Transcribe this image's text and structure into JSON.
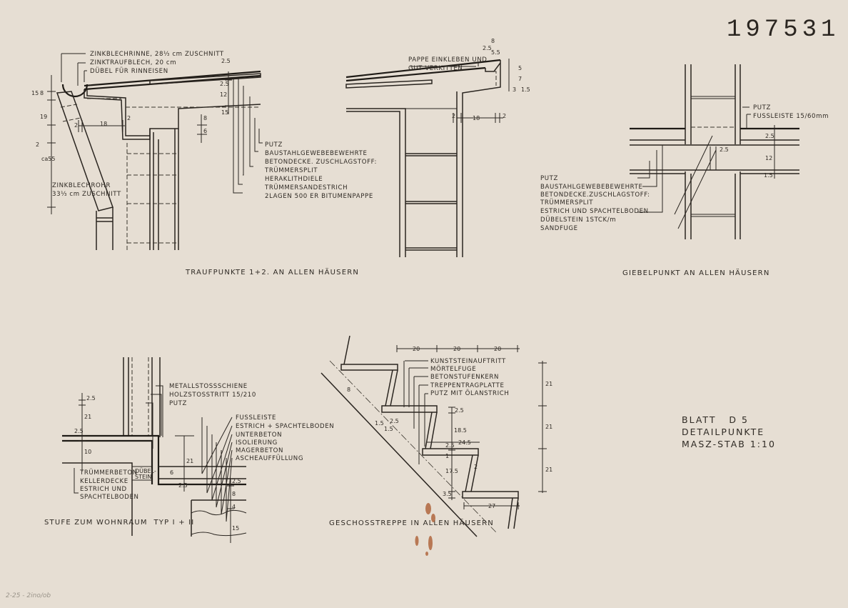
{
  "sheet_number": "197531",
  "title_block": {
    "sheet": "BLATT   D 5",
    "subtitle": "DETAILPUNKTE",
    "scale": "MASZ-STAB 1:10"
  },
  "pencil_note": "2-25 - 2ino/ob",
  "eaves": {
    "caption": "TRAUFPUNKTE 1+2. AN ALLEN HÄUSERN",
    "top_labels": [
      "ZINKBLECHRINNE, 28⅓ cm ZUSCHNITT",
      "ZINKTRAUFBLECH, 20 cm",
      "DÜBEL FÜR RINNEISEN"
    ],
    "layer_labels": [
      "PUTZ",
      "BAUSTAHLGEWEBEBEWEHRTE",
      "BETONDECKE. ZUSCHLAGSTOFF:",
      "TRÜMMERSPLIT",
      "HERAKLITHDIELE",
      "TRÜMMERSANDESTRICH",
      "2LAGEN 500 ER BITUMENPAPPE"
    ],
    "pipe_labels": [
      "ZINKBLECHROHR",
      "33⅓ cm ZUSCHNITT"
    ],
    "dims": [
      "15",
      "8",
      "19",
      "2",
      "ca55",
      "2",
      "18",
      "2",
      "8",
      "6",
      "2.5",
      "2.5",
      "12",
      "15"
    ],
    "note": [
      "PAPPE EINKLEBEN UND",
      "GUT VERKITTEN"
    ],
    "dims2": [
      "8",
      "2.5",
      "5.5",
      "5",
      "7",
      "3",
      "1.5",
      "2",
      "18",
      "2"
    ]
  },
  "gable": {
    "caption": "GIEBELPUNKT AN ALLEN HÄUSERN",
    "right_labels": [
      "PUTZ",
      "FUSSLEISTE 15/60mm"
    ],
    "left_labels": [
      "PUTZ",
      "BAUSTAHLGEWEBEBEWEHRTE",
      "BETONDECKE.ZUSCHLAGSTOFF:",
      "TRÜMMERSPLIT",
      "ESTRICH UND SPACHTELBODEN",
      "DÜBELSTEIN 1STCK/m",
      "SANDFUGE"
    ],
    "dims": [
      "2.5",
      "2.5",
      "12",
      "1.5"
    ]
  },
  "step": {
    "caption": "STUFE ZUM WOHNRAUM  TYP I + II",
    "top_labels": [
      "METALLSTOSSSCHIENE",
      "HOLZSTOSSTRITT 15/210",
      "PUTZ"
    ],
    "right_labels": [
      "FUSSLEISTE",
      "ESTRICH + SPACHTELBODEN",
      "UNTERBETON",
      "ISOLIERUNG",
      "MAGERBETON",
      "ASCHEAUFFÜLLUNG"
    ],
    "left_labels": [
      "TRÜMMERBETON",
      "KELLERDECKE",
      "ESTRICH UND",
      "SPACHTELBODEN"
    ],
    "dowel_label": [
      "DÜBEL-",
      "STEIN"
    ],
    "dims": [
      "2.5",
      "21",
      "2.5",
      "10",
      "21",
      "6",
      "2.5",
      "2.5",
      "8",
      "4",
      "15"
    ]
  },
  "stair": {
    "caption": "GESCHOSSTREPPE IN ALLEN HÄUSERN",
    "labels": [
      "KUNSTSTEINAUFTRITT",
      "MÖRTELFUGE",
      "BETONSTUFENKERN",
      "TREPPENTRAGPLATTE",
      "PUTZ MIT ÖLANSTRICH"
    ],
    "dims_top": [
      "20",
      "20",
      "20"
    ],
    "dims_right": [
      "21",
      "21",
      "21"
    ],
    "dims_other": [
      "8",
      "1.5",
      "1.5",
      "2.5",
      "2.5",
      "18.5",
      "24.5",
      "2.5",
      "1",
      "17.5",
      "2",
      "3.5",
      "27"
    ]
  }
}
